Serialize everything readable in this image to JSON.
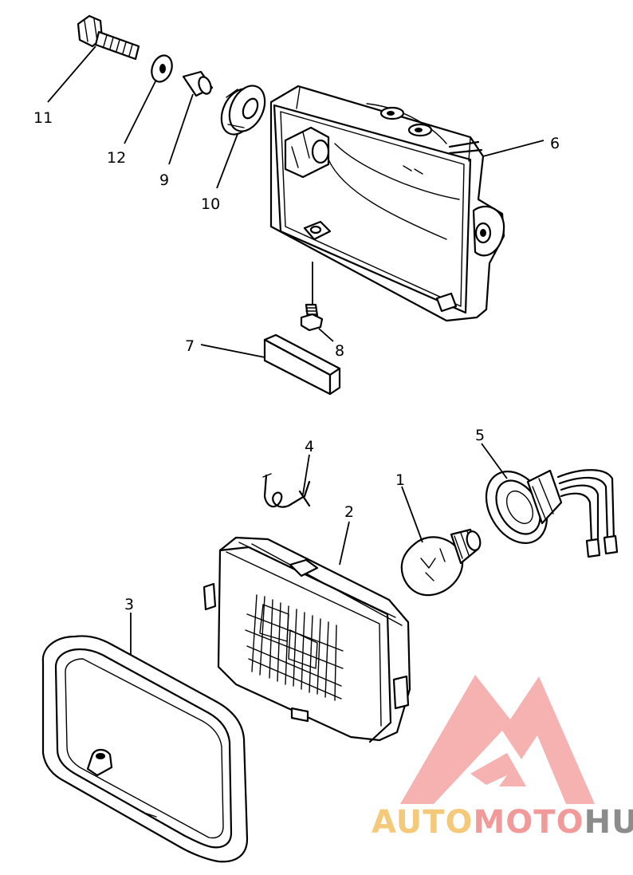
{
  "parts": [
    {
      "id": "p1",
      "label": "1"
    },
    {
      "id": "p2",
      "label": "2"
    },
    {
      "id": "p3",
      "label": "3"
    },
    {
      "id": "p4",
      "label": "4"
    },
    {
      "id": "p5",
      "label": "5"
    },
    {
      "id": "p6",
      "label": "6"
    },
    {
      "id": "p7",
      "label": "7"
    },
    {
      "id": "p8",
      "label": "8"
    },
    {
      "id": "p9",
      "label": "9"
    },
    {
      "id": "p10",
      "label": "10"
    },
    {
      "id": "p11",
      "label": "11"
    },
    {
      "id": "p12",
      "label": "12"
    }
  ],
  "watermark": {
    "text_1": "AUTO",
    "text_2": "MOTO",
    "text_3": "HUB",
    "colors": {
      "auto": "#f5c97a",
      "moto": "#f29a9a",
      "hub": "#8c8c8c",
      "logo": "#f4a3a3"
    }
  }
}
